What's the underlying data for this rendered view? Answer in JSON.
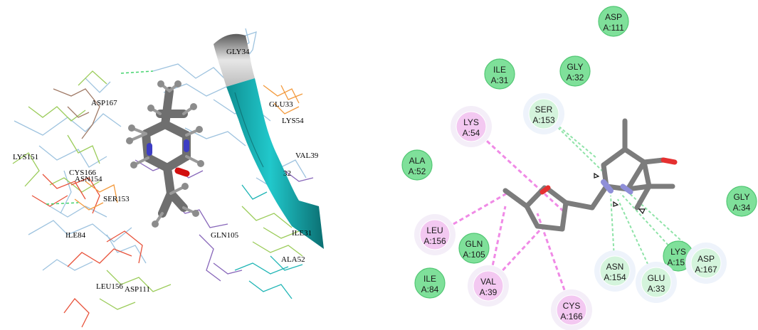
{
  "left_panel": {
    "residue_labels": [
      {
        "id": "gly34",
        "text": "GLY34"
      },
      {
        "id": "asp167",
        "text": "ASP167"
      },
      {
        "id": "glu33",
        "text": "GLU33"
      },
      {
        "id": "lys54",
        "text": "LYS54"
      },
      {
        "id": "lys151",
        "text": "LYS151"
      },
      {
        "id": "val39",
        "text": "VAL39"
      },
      {
        "id": "cys166",
        "text": "CYS166"
      },
      {
        "id": "asn154",
        "text": "ASN154"
      },
      {
        "id": "frag32",
        "text": "32"
      },
      {
        "id": "ser153",
        "text": "SER153"
      },
      {
        "id": "ile84",
        "text": "ILE84"
      },
      {
        "id": "gln105",
        "text": "GLN105"
      },
      {
        "id": "ile31",
        "text": "ILE31"
      },
      {
        "id": "ala52",
        "text": "ALA52"
      },
      {
        "id": "leu156",
        "text": "LEU156"
      },
      {
        "id": "asp111",
        "text": "ASP111"
      }
    ]
  },
  "right_panel": {
    "residues": [
      {
        "name": "ASP",
        "num": "A:111",
        "kind": "vdw"
      },
      {
        "name": "ILE",
        "num": "A:31",
        "kind": "vdw"
      },
      {
        "name": "GLY",
        "num": "A:32",
        "kind": "vdw"
      },
      {
        "name": "SER",
        "num": "A:153",
        "kind": "hbond"
      },
      {
        "name": "LYS",
        "num": "A:54",
        "kind": "alkyl"
      },
      {
        "name": "ALA",
        "num": "A:52",
        "kind": "vdw"
      },
      {
        "name": "GLY",
        "num": "A:34",
        "kind": "vdw"
      },
      {
        "name": "LEU",
        "num": "A:156",
        "kind": "alkyl"
      },
      {
        "name": "GLN",
        "num": "A:105",
        "kind": "vdw"
      },
      {
        "name": "LYS",
        "num": "A:151",
        "kind": "vdw"
      },
      {
        "name": "ASP",
        "num": "A:167",
        "kind": "hbond"
      },
      {
        "name": "ASN",
        "num": "A:154",
        "kind": "hbond"
      },
      {
        "name": "ILE",
        "num": "A:84",
        "kind": "vdw"
      },
      {
        "name": "VAL",
        "num": "A:39",
        "kind": "alkyl"
      },
      {
        "name": "GLU",
        "num": "A:33",
        "kind": "hbond"
      },
      {
        "name": "CYS",
        "num": "A:166",
        "kind": "alkyl"
      }
    ],
    "colors": {
      "vdw_fill": "#7fe09a",
      "vdw_stroke": "#52c774",
      "hbond_fill": "#d4f4dc",
      "hbond_halo": "#eef3fb",
      "alkyl_fill": "#f3c8f1",
      "alkyl_halo": "#f4eef8",
      "hbond_line": "#8fe3a8",
      "alkyl_line": "#f08ae6",
      "ligand_carbon": "#7c7c7c",
      "ligand_nitrogen": "#8f8fd9",
      "ligand_oxygen": "#e53030"
    }
  }
}
